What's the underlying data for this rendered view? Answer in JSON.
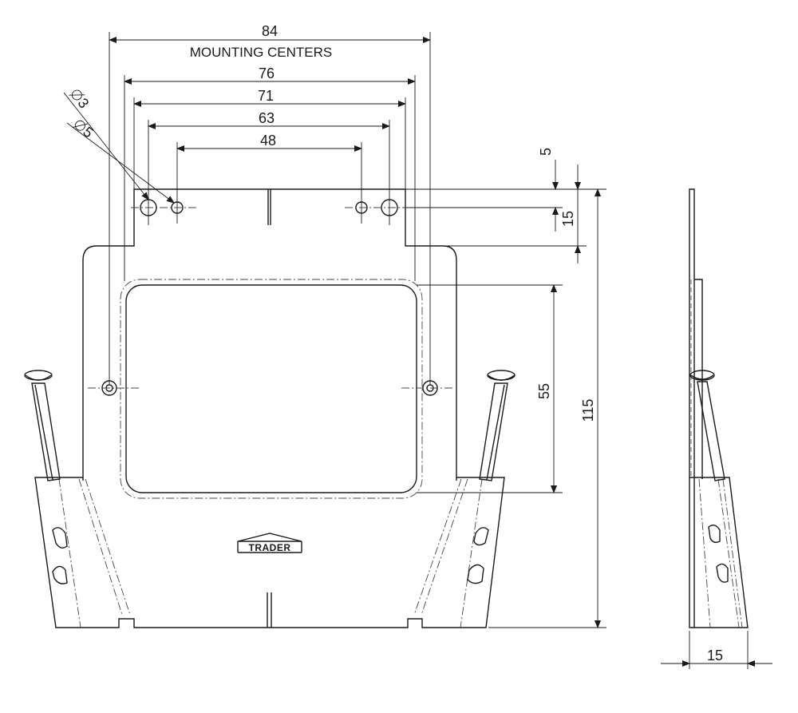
{
  "dimensions": {
    "width_mounting": "84",
    "mounting_caption": "MOUNTING CENTERS",
    "width_76": "76",
    "width_71": "71",
    "width_63": "63",
    "width_48": "48",
    "hole_large_dia": "3",
    "hole_small_dia": "5",
    "hole_offset_top": "5",
    "tab_height": "15",
    "window_height": "55",
    "overall_height": "115",
    "depth": "15"
  },
  "logo": {
    "text": "TRADER"
  },
  "colors": {
    "line": "#1a1a1a",
    "background": "#ffffff"
  }
}
